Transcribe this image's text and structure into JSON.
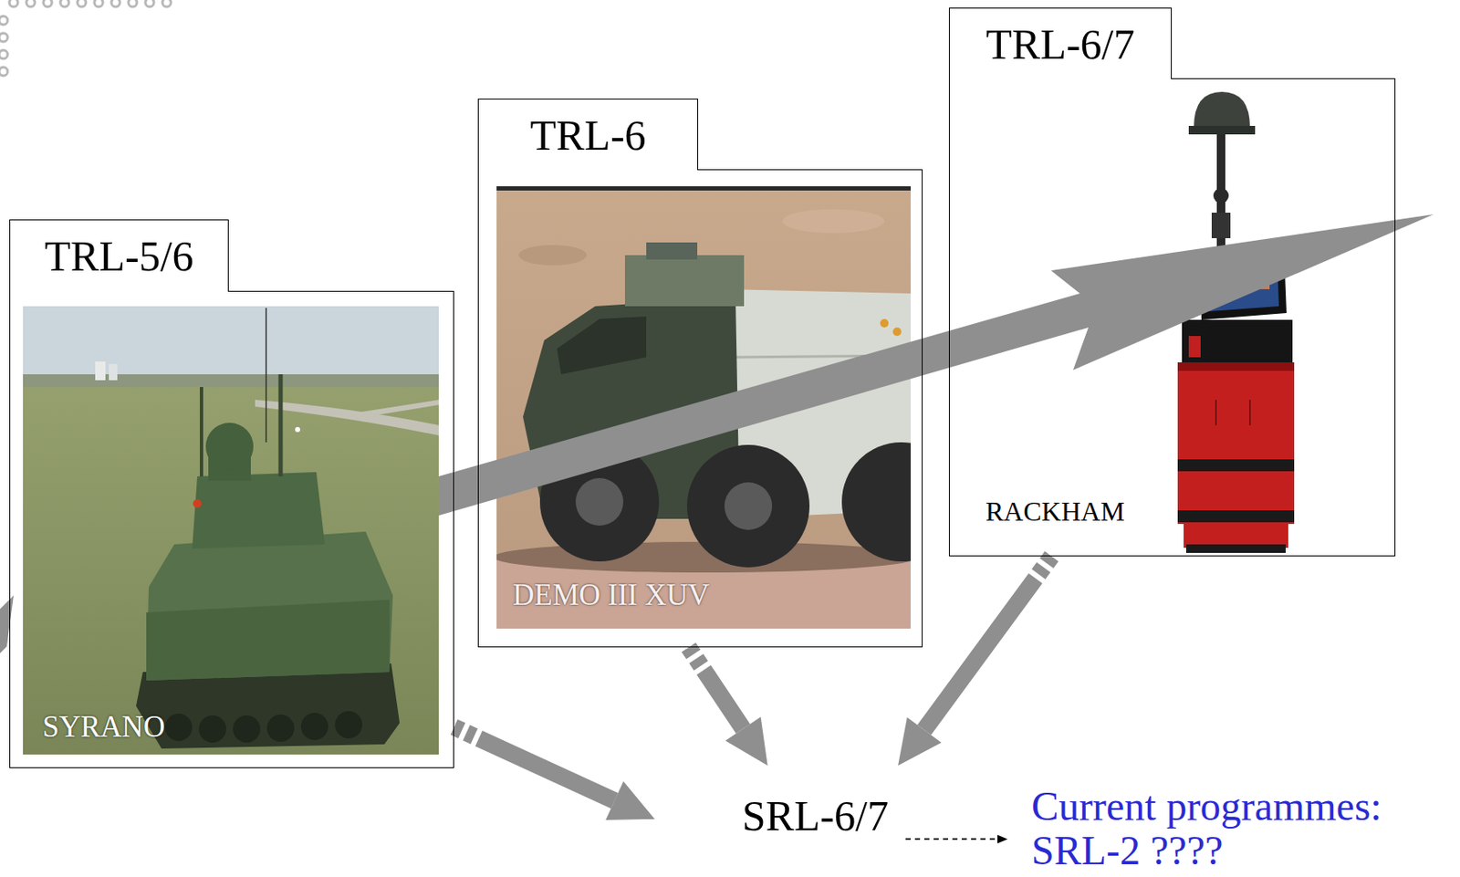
{
  "diagram": {
    "nodes": [
      {
        "text": [
          "TRL-5/6",
          "SYRANO"
        ]
      },
      {
        "text": [
          "TRL-6",
          "DEMO III XUV"
        ]
      },
      {
        "text": [
          "TRL-6/7",
          "RACKHAM"
        ]
      },
      {
        "text": [
          "SRL-6/7"
        ]
      },
      {
        "text": [
          "Current programmes: SRL-2 ????"
        ]
      }
    ],
    "edges": [
      {
        "from": 0,
        "to": 3,
        "arrow": "to"
      },
      {
        "from": 1,
        "to": 3,
        "arrow": "to"
      },
      {
        "from": 2,
        "to": 3,
        "arrow": "to"
      },
      {
        "from": 3,
        "to": 4,
        "arrow": "to"
      }
    ]
  }
}
